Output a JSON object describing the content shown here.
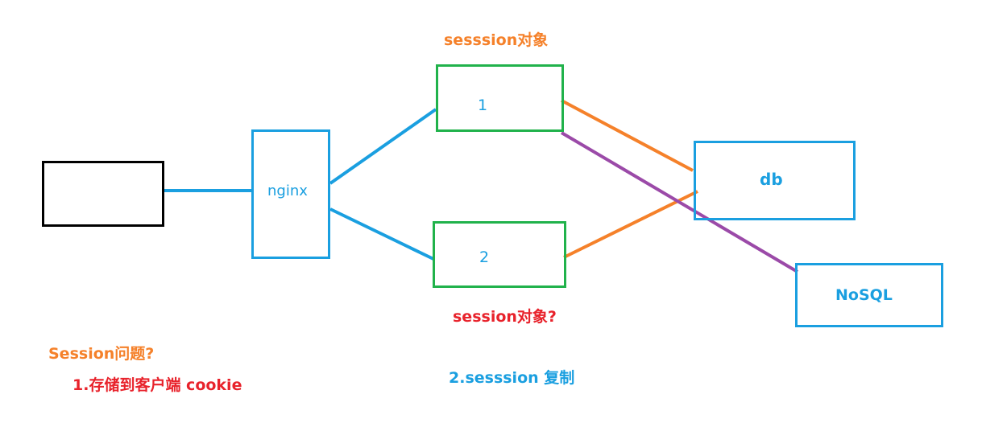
{
  "nodes": {
    "client": {
      "label": ""
    },
    "nginx": {
      "label": "nginx"
    },
    "server1": {
      "label": "1"
    },
    "server2": {
      "label": "2"
    },
    "db": {
      "label": "db"
    },
    "nosql": {
      "label": "NoSQL"
    }
  },
  "annotations": {
    "session_object_top": "sesssion对象",
    "session_object_question": "session对象?",
    "session_problem": "Session问题?",
    "solution_1": "1.存储到客户端 cookie",
    "solution_2": "2.sesssion 复制"
  },
  "colors": {
    "client_border": "#000000",
    "nginx_border": "#1a9fe0",
    "server_border": "#21b24b",
    "db_border": "#1a9fe0",
    "link_blue": "#1a9fe0",
    "link_orange": "#f5812a",
    "link_purple": "#9b4aa8",
    "text_blue": "#1a9fe0",
    "text_orange": "#f5812a",
    "text_red": "#e8222b"
  }
}
